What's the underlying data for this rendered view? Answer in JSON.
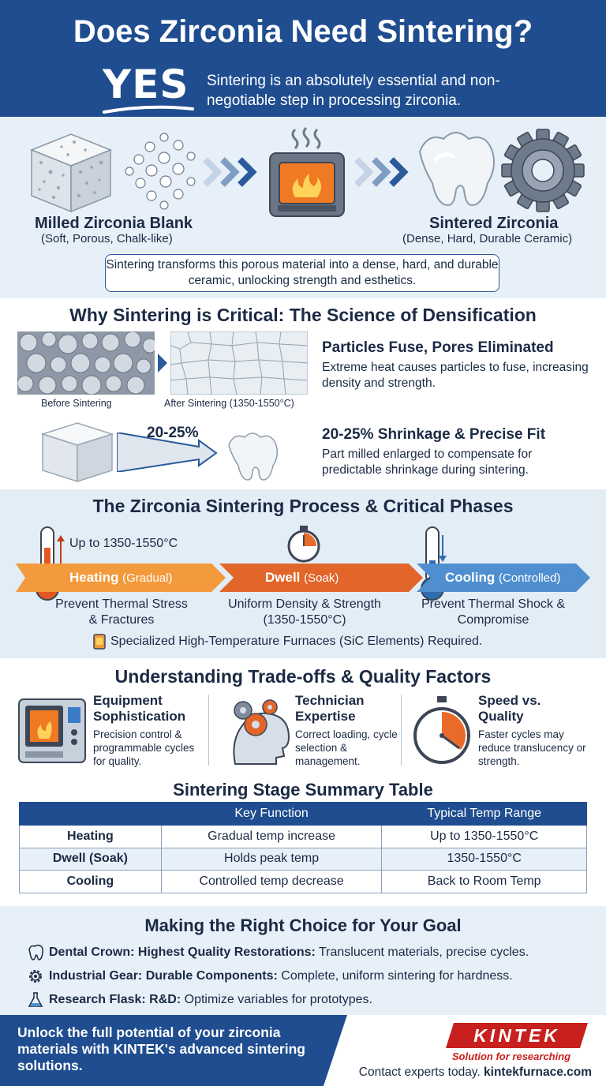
{
  "header": {
    "title": "Does Zirconia Need Sintering?",
    "yes": "YES",
    "tagline": "Sintering is an absolutely essential and non-negotiable step in processing zirconia."
  },
  "transform": {
    "blank_title": "Milled Zirconia Blank",
    "blank_sub": "(Soft, Porous, Chalk-like)",
    "sintered_title": "Sintered Zirconia",
    "sintered_sub": "(Dense, Hard, Durable Ceramic)",
    "summary": "Sintering transforms this porous material into a dense, hard, and durable ceramic, unlocking strength and esthetics."
  },
  "science": {
    "title": "Why Sintering is Critical: The Science of Densification",
    "before_label": "Before Sintering",
    "after_label": "After Sintering (1350-1550°C)",
    "fuse_title": "Particles Fuse, Pores Eliminated",
    "fuse_text": "Extreme heat causes particles to fuse, increasing density and strength.",
    "shrink_pct": "20-25%",
    "shrink_title": "20-25% Shrinkage & Precise Fit",
    "shrink_text": "Part milled enlarged to compensate for predictable shrinkage during sintering."
  },
  "process": {
    "title": "The Zirconia Sintering Process & Critical Phases",
    "temp_note": "Up to 1350-1550°C",
    "phases": [
      {
        "label": "Heating",
        "paren": "(Gradual)",
        "desc": "Prevent Thermal Stress & Fractures"
      },
      {
        "label": "Dwell",
        "paren": "(Soak)",
        "desc": "Uniform Density & Strength (1350-1550°C)"
      },
      {
        "label": "Cooling",
        "paren": "(Controlled)",
        "desc": "Prevent Thermal Shock & Compromise"
      }
    ],
    "furnace_note": "Specialized High-Temperature Furnaces (SiC Elements) Required."
  },
  "tradeoffs": {
    "title": "Understanding Trade-offs & Quality Factors",
    "items": [
      {
        "title": "Equipment Sophistication",
        "text": "Precision control & programmable cycles for quality."
      },
      {
        "title": "Technician Expertise",
        "text": "Correct loading, cycle selection & management."
      },
      {
        "title": "Speed vs. Quality",
        "text": "Faster cycles may reduce translucency or strength."
      }
    ]
  },
  "table": {
    "title": "Sintering Stage Summary Table",
    "headers": [
      "",
      "Key Function",
      "Typical Temp Range"
    ],
    "rows": [
      [
        "Heating",
        "Gradual temp increase",
        "Up to 1350-1550°C"
      ],
      [
        "Dwell (Soak)",
        "Holds peak temp",
        "1350-1550°C"
      ],
      [
        "Cooling",
        "Controlled temp decrease",
        "Back to Room Temp"
      ]
    ]
  },
  "goals": {
    "title": "Making the Right Choice for Your Goal",
    "items": [
      {
        "label": "Dental Crown: Highest Quality Restorations:",
        "text": " Translucent materials, precise cycles."
      },
      {
        "label": "Industrial Gear: Durable Components:",
        "text": " Complete, uniform sintering for hardness."
      },
      {
        "label": "Research Flask: R&D:",
        "text": " Optimize variables for prototypes."
      }
    ]
  },
  "footer": {
    "cta": "Unlock the full potential of your zirconia materials with KINTEK's advanced sintering solutions.",
    "brand": "KINTEK",
    "brand_sub": "Solution for researching",
    "contact_prefix": "Contact experts today. ",
    "contact_site": "kintekfurnace.com"
  },
  "colors": {
    "navy": "#1f4d8f",
    "orange": "#ea6a2a",
    "light_blue": "#e7f0f8",
    "kintek_red": "#c8201e"
  }
}
